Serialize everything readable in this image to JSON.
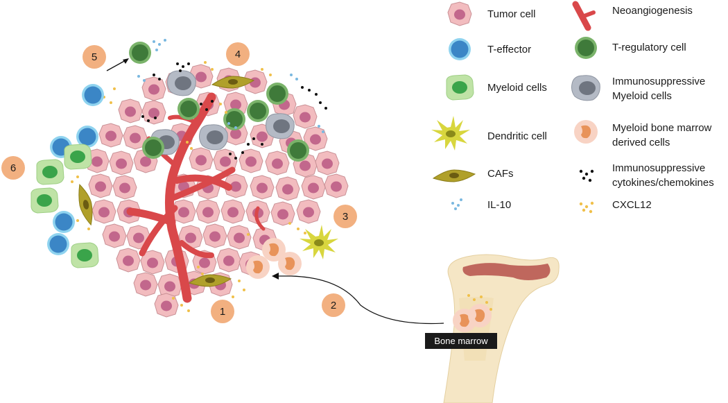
{
  "legend": {
    "tumor_cell": "Tumor cell",
    "t_effector": "T-effector",
    "myeloid_cells": "Myeloid cells",
    "dendritic_cell": "Dendritic cell",
    "cafs": "CAFs",
    "il10": "IL-10",
    "neoangiogenesis": "Neoangiogenesis",
    "t_regulatory": "T-regulatory cell",
    "immunosuppressive_myeloid_1": "Immunosuppressive",
    "immunosuppressive_myeloid_2": "Myeloid cells",
    "myeloid_bm_1": "Myeloid bone marrow",
    "myeloid_bm_2": "derived cells",
    "cytokines_1": "Immunosuppressive",
    "cytokines_2": "cytokines/chemokines",
    "cxcl12": "CXCL12"
  },
  "steps": [
    "1",
    "2",
    "3",
    "4",
    "5",
    "6"
  ],
  "bone_marrow_label": "Bone marrow",
  "colors": {
    "tumor_fill": "#f2bcbf",
    "tumor_nucleus": "#c2678c",
    "vessel": "#d9484a",
    "t_effector": "#3b86c6",
    "t_effector_ring": "#8fd3ef",
    "myeloid": "#3aa44a",
    "myeloid_ring": "#bfe3a6",
    "treg": "#3f7a3a",
    "treg_ring": "#7ab36a",
    "immsupp_myeloid": "#8a8f99",
    "immsupp_ring": "#b4bac5",
    "dendritic": "#d8d63e",
    "dendritic_tip": "#e0177a",
    "caf": "#b0a02a",
    "badge": "#f2b080",
    "bm_orange": "#e8935a",
    "cxcl12": "#f0c04a",
    "il10": "#7ab8e0",
    "cytokine": "#111111",
    "bone": "#f5e6c5",
    "marrow": "#b5504a"
  }
}
